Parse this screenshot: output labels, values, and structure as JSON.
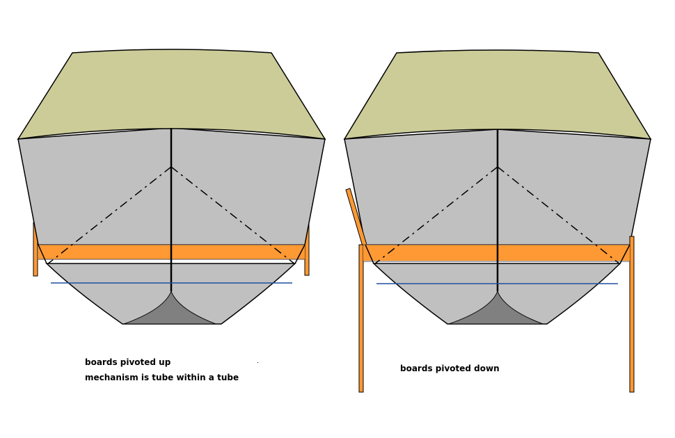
{
  "captions": {
    "left_line1": "boards pivoted up",
    "left_line2": "mechanism is tube within a tube",
    "right": "boards pivoted down"
  },
  "colors": {
    "deck": "#cccc99",
    "hull": "#c0c0c0",
    "keel": "#808080",
    "board": "#ff9933",
    "waterline": "#1f4f9f",
    "outline": "#000000",
    "background": "#ffffff"
  }
}
